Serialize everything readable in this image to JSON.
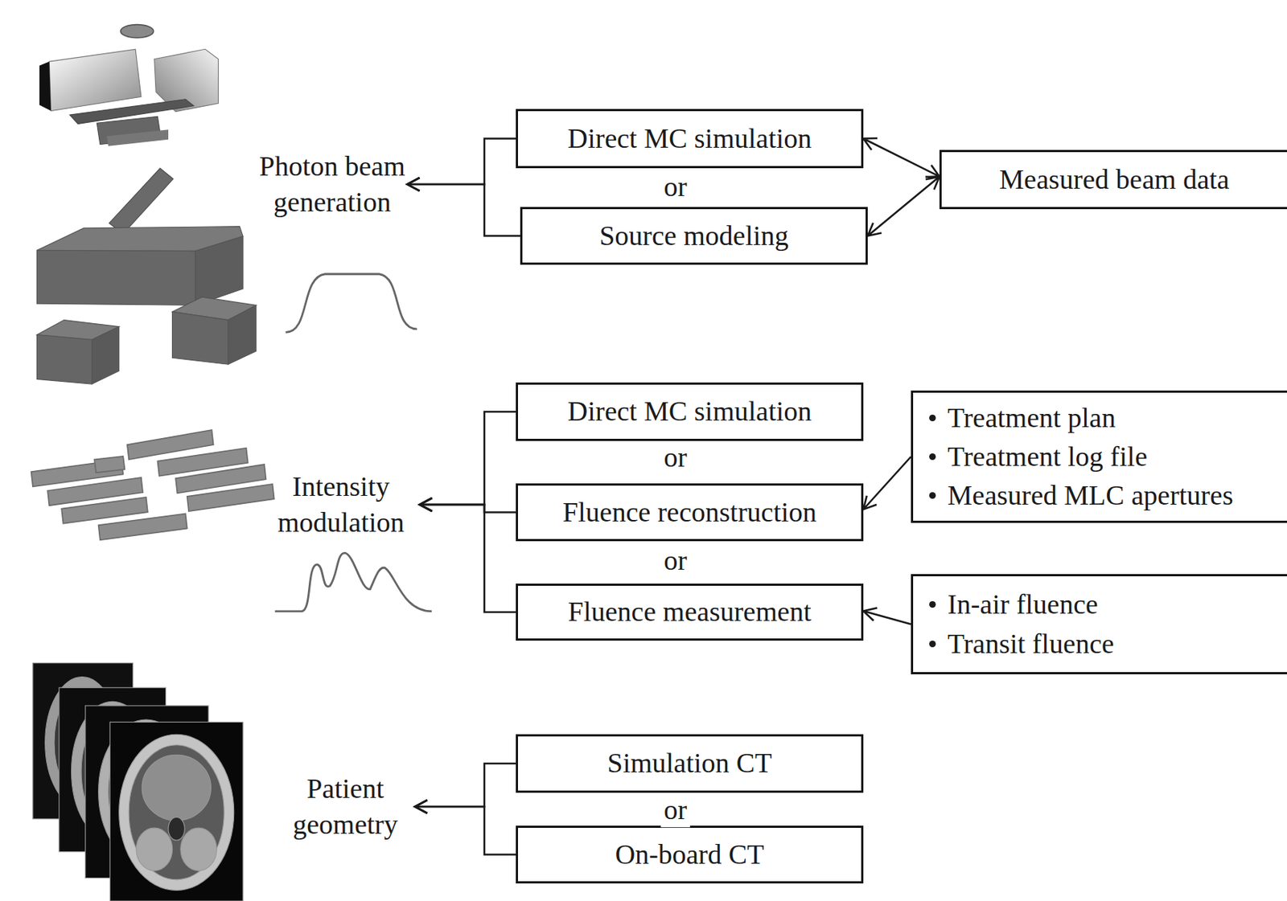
{
  "diagram": {
    "nodes": [
      {
        "text": [
          "Photon beam generation"
        ]
      },
      {
        "text": [
          "Direct MC simulation"
        ]
      },
      {
        "text": [
          "Source modeling"
        ]
      },
      {
        "text": [
          "Measured beam data"
        ]
      },
      {
        "text": [
          "Intensity modulation"
        ]
      },
      {
        "text": [
          "Direct MC simulation"
        ]
      },
      {
        "text": [
          "Fluence reconstruction"
        ]
      },
      {
        "text": [
          "Fluence measurement"
        ]
      },
      {
        "text": [
          "Treatment plan",
          "Treatment log file",
          "Measured MLC apertures"
        ]
      },
      {
        "text": [
          "In-air fluence",
          "Transit fluence"
        ]
      },
      {
        "text": [
          "Patient geometry"
        ]
      },
      {
        "text": [
          "Simulation CT"
        ]
      },
      {
        "text": [
          "On-board CT"
        ]
      }
    ],
    "edges": [
      {
        "from": 1,
        "to": 0,
        "arrow": "to"
      },
      {
        "from": 2,
        "to": 0,
        "arrow": "to"
      },
      {
        "from": 1,
        "to": 3,
        "arrow": "both"
      },
      {
        "from": 2,
        "to": 3,
        "arrow": "both"
      },
      {
        "from": 5,
        "to": 4,
        "arrow": "to"
      },
      {
        "from": 6,
        "to": 4,
        "arrow": "to"
      },
      {
        "from": 7,
        "to": 4,
        "arrow": "to"
      },
      {
        "from": 8,
        "to": 6,
        "arrow": "to"
      },
      {
        "from": 9,
        "to": 7,
        "arrow": "to"
      },
      {
        "from": 11,
        "to": 10,
        "arrow": "to"
      },
      {
        "from": 12,
        "to": 10,
        "arrow": "to"
      }
    ],
    "labels": [
      "or",
      "or",
      "or",
      "or"
    ]
  }
}
